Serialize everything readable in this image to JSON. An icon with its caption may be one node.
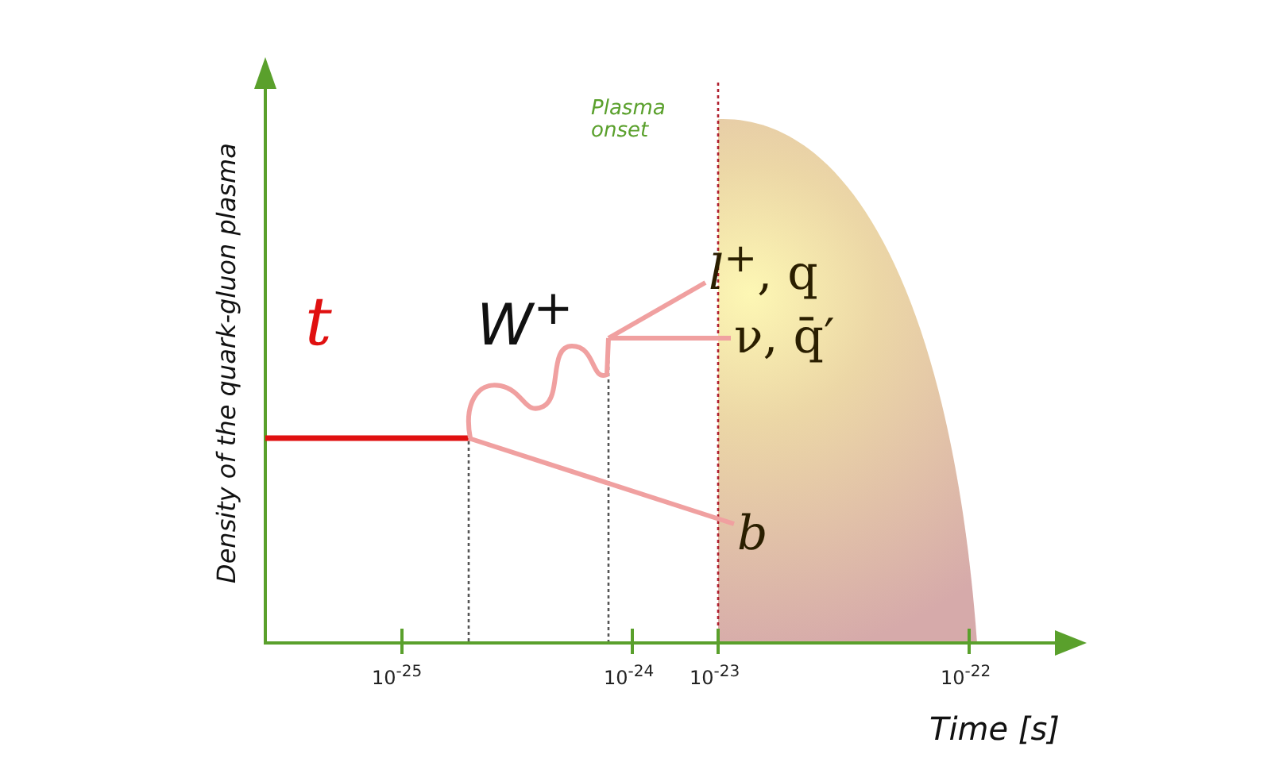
{
  "diagram": {
    "nodes": [
      {
        "text": [
          "*l*$^{+}$, q"
        ]
      },
      {
        "text": [
          "ν, q̄′"
        ]
      },
      {
        "text": [
          "b"
        ]
      }
    ],
    "edges": [
      {
        "from": null,
        "to": 0,
        "arrow": "none"
      },
      {
        "from": null,
        "to": 1,
        "arrow": "none"
      },
      {
        "from": null,
        "to": 2,
        "arrow": "none"
      }
    ],
    "labels": [
      "Plasma onset",
      "t",
      "W$^{+}$",
      "10$^{-25}$",
      "10$^{-24}$",
      "10$^{-23}$",
      "10$^{-22}$",
      "Time [s]",
      "Density of the quark-gluon plasma"
    ]
  }
}
